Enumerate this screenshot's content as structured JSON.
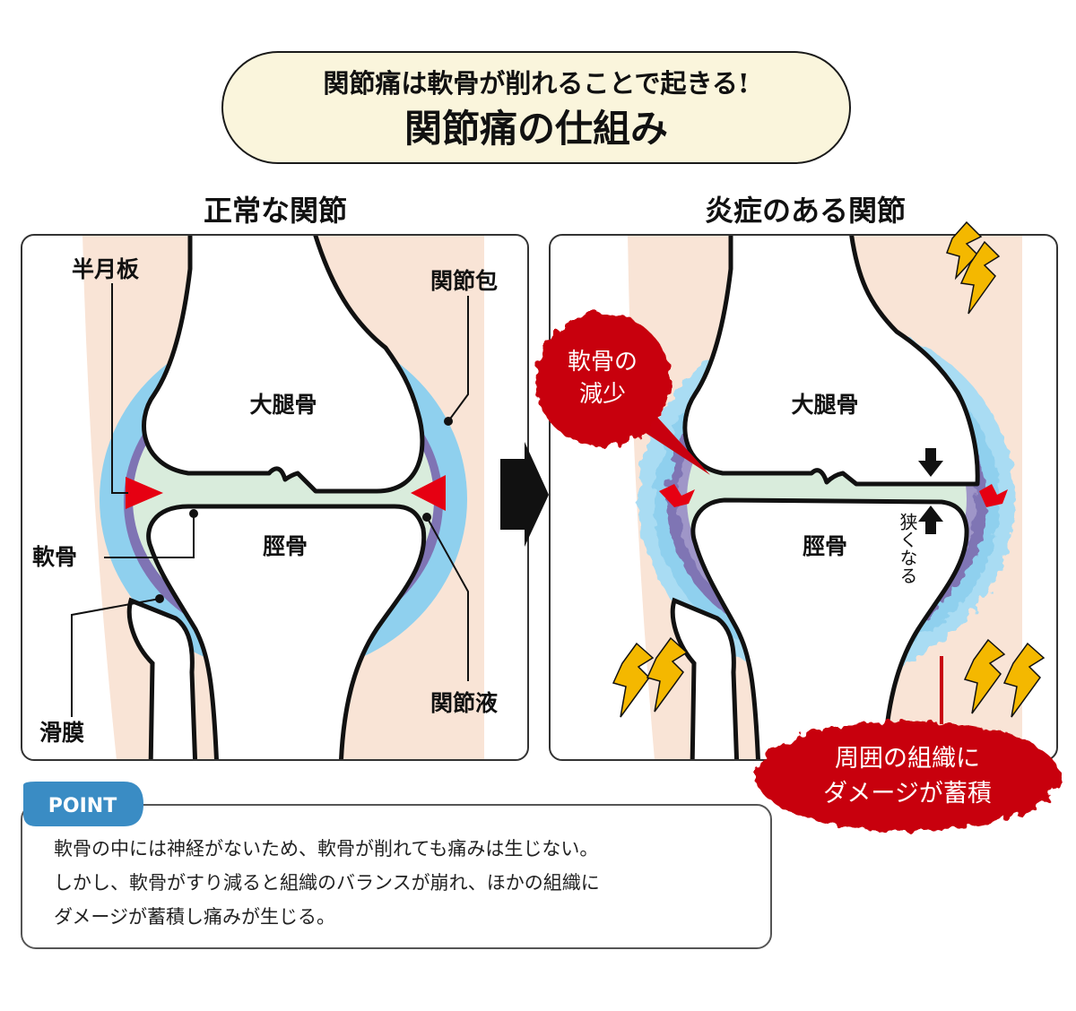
{
  "title": {
    "line1": "関節痛は軟骨が削れることで起きる!",
    "line2": "関節痛の仕組み"
  },
  "panels": {
    "normal": {
      "heading": "正常な関節",
      "labels": {
        "meniscus": "半月板",
        "capsule": "関節包",
        "femur": "大腿骨",
        "tibia": "脛骨",
        "cartilage": "軟骨",
        "synovium": "滑膜",
        "fluid": "関節液"
      }
    },
    "inflamed": {
      "heading": "炎症のある関節",
      "labels": {
        "femur": "大腿骨",
        "tibia": "脛骨",
        "narrowing": "狭くなる"
      },
      "callout_cartilage": [
        "軟骨の",
        "減少"
      ],
      "callout_damage": [
        "周囲の組織に",
        "ダメージが蓄積"
      ]
    }
  },
  "point": {
    "badge": "POINT",
    "lines": [
      "軟骨の中には神経がないため、軟骨が削れても痛みは生じない。",
      "しかし、軟骨がすり減ると組織のバランスが崩れ、ほかの組織に",
      "ダメージが蓄積し痛みが生じる。"
    ]
  },
  "colors": {
    "title_fill": "#faf5dc",
    "skin": "#f9e4d6",
    "synovial_fluid": "#8fd0ee",
    "synovium": "#7f74b4",
    "cartilage": "#d9ecdc",
    "meniscus": "#e60012",
    "pain": "#f4b800",
    "callout": "#c8000f",
    "point_badge": "#3a8cc4"
  }
}
